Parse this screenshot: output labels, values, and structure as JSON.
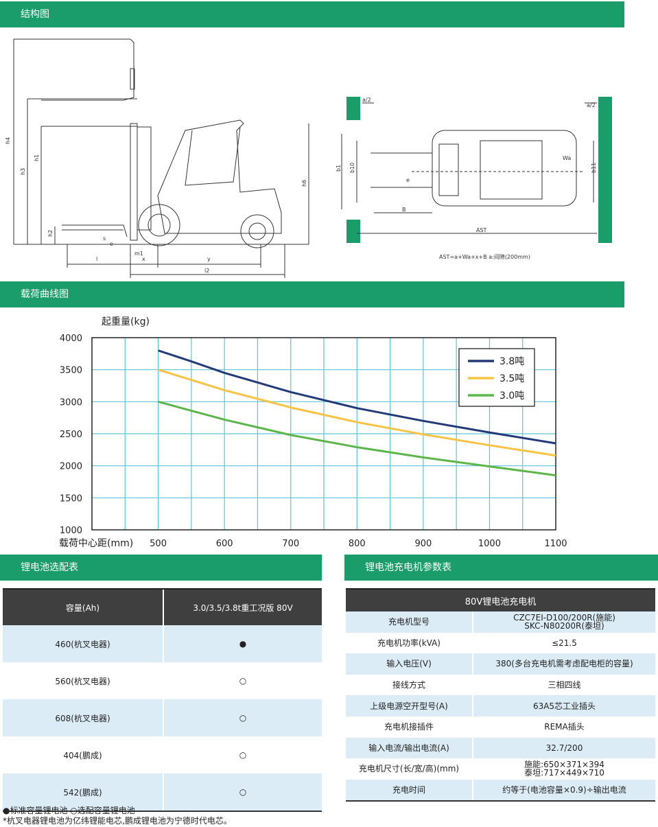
{
  "sections": {
    "structure": "结构图",
    "load_curve": "载荷曲线图",
    "battery": "锂电池选配表",
    "charger": "锂电池充电机参数表"
  },
  "diagram": {
    "side_labels": [
      "h4",
      "h3",
      "h1",
      "h2",
      "h6",
      "s",
      "e",
      "m1",
      "l",
      "x",
      "y",
      "l2"
    ],
    "top_labels": [
      "a/2",
      "a/2",
      "b1",
      "b10",
      "b11",
      "e",
      "Wa",
      "B",
      "AST"
    ],
    "formula": "AST=a+Wa+x+B  a:间隙(200mm)"
  },
  "chart_data": {
    "type": "line",
    "ylabel": "起重量(kg)",
    "xlabel": "载荷中心距(mm)",
    "x": [
      500,
      550,
      600,
      700,
      800,
      900,
      1000,
      1100
    ],
    "xticks": [
      500,
      600,
      700,
      800,
      900,
      1000,
      1100
    ],
    "yticks": [
      1000,
      1500,
      2000,
      2500,
      3000,
      3500,
      4000
    ],
    "xlim": [
      400,
      1100
    ],
    "ylim": [
      1000,
      4000
    ],
    "grid": true,
    "legend_position": "top-right",
    "series": [
      {
        "name": "3.8吨",
        "color": "#233a78",
        "values": [
          3800,
          3630,
          3450,
          3150,
          2900,
          2700,
          2520,
          2350
        ]
      },
      {
        "name": "3.5吨",
        "color": "#f7c342",
        "values": [
          3500,
          3340,
          3180,
          2910,
          2680,
          2490,
          2320,
          2160
        ]
      },
      {
        "name": "3.0吨",
        "color": "#5cb548",
        "values": [
          3000,
          2860,
          2720,
          2480,
          2290,
          2130,
          1990,
          1850
        ]
      }
    ]
  },
  "battery_table": {
    "headers": [
      "容量(Ah)",
      "3.0/3.5/3.8t重工况版 80V"
    ],
    "rows": [
      {
        "capacity": "460(杭叉电器)",
        "mark": "●"
      },
      {
        "capacity": "560(杭叉电器)",
        "mark": "○"
      },
      {
        "capacity": "608(杭叉电器)",
        "mark": "○"
      },
      {
        "capacity": "404(鹏成)",
        "mark": "○"
      },
      {
        "capacity": "542(鹏成)",
        "mark": "○"
      }
    ],
    "legend": "●标准容量锂电池 ○选配容量锂电池",
    "footnote": "*杭叉电器锂电池为亿纬锂能电芯,鹏成锂电池为宁德时代电芯。"
  },
  "charger_table": {
    "header": "80V锂电池充电机",
    "rows": [
      {
        "label": "充电机型号",
        "value": "CZC7EI-D100/200R(施能)",
        "value2": "SKC-N80200R(泰坦)"
      },
      {
        "label": "充电机功率(kVA)",
        "value": "≤21.5"
      },
      {
        "label": "输入电压(V)",
        "value": "380(多台充电机需考虑配电柜的容量)"
      },
      {
        "label": "接线方式",
        "value": "三相四线"
      },
      {
        "label": "上级电源空开型号(A)",
        "value": "63A5芯工业插头"
      },
      {
        "label": "充电机接插件",
        "value": "REMA插头"
      },
      {
        "label": "输入电流/输出电流(A)",
        "value": "32.7/200"
      },
      {
        "label": "充电机尺寸(长/宽/高)(mm)",
        "value": "施能:650×371×394",
        "value2": "泰坦:717×449×710"
      },
      {
        "label": "充电时间",
        "value": "约等于(电池容量×0.9)÷输出电流"
      }
    ]
  }
}
